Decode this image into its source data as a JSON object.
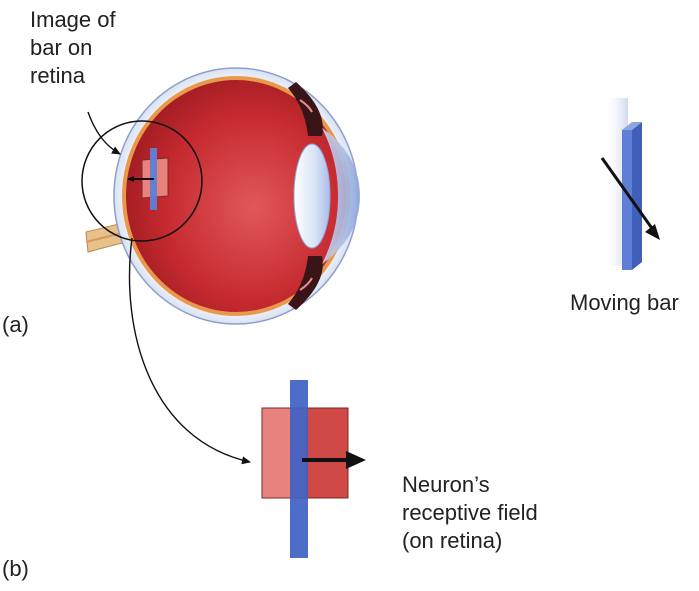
{
  "labels": {
    "image_of_bar": [
      "Image of",
      "bar on",
      "retina"
    ],
    "moving_bar": "Moving bar",
    "receptive_field": [
      "Neuron’s",
      "receptive field",
      "(on retina)"
    ],
    "panel_a": "(a)",
    "panel_b": "(b)"
  },
  "colors": {
    "eyeball_red": "#c62a2f",
    "eyeball_highlight": "#e0585a",
    "sclera_outer": "#cfd9ee",
    "lens_blue": "#a9bde8",
    "bar_blue": "#5f7fd6",
    "receptive_field_pink": "#e8827c",
    "receptive_field_red": "#cf4a47",
    "field_bar_blue": "#3f61c4",
    "arrow_black": "#111111",
    "optic_nerve": "#e8c08a"
  }
}
